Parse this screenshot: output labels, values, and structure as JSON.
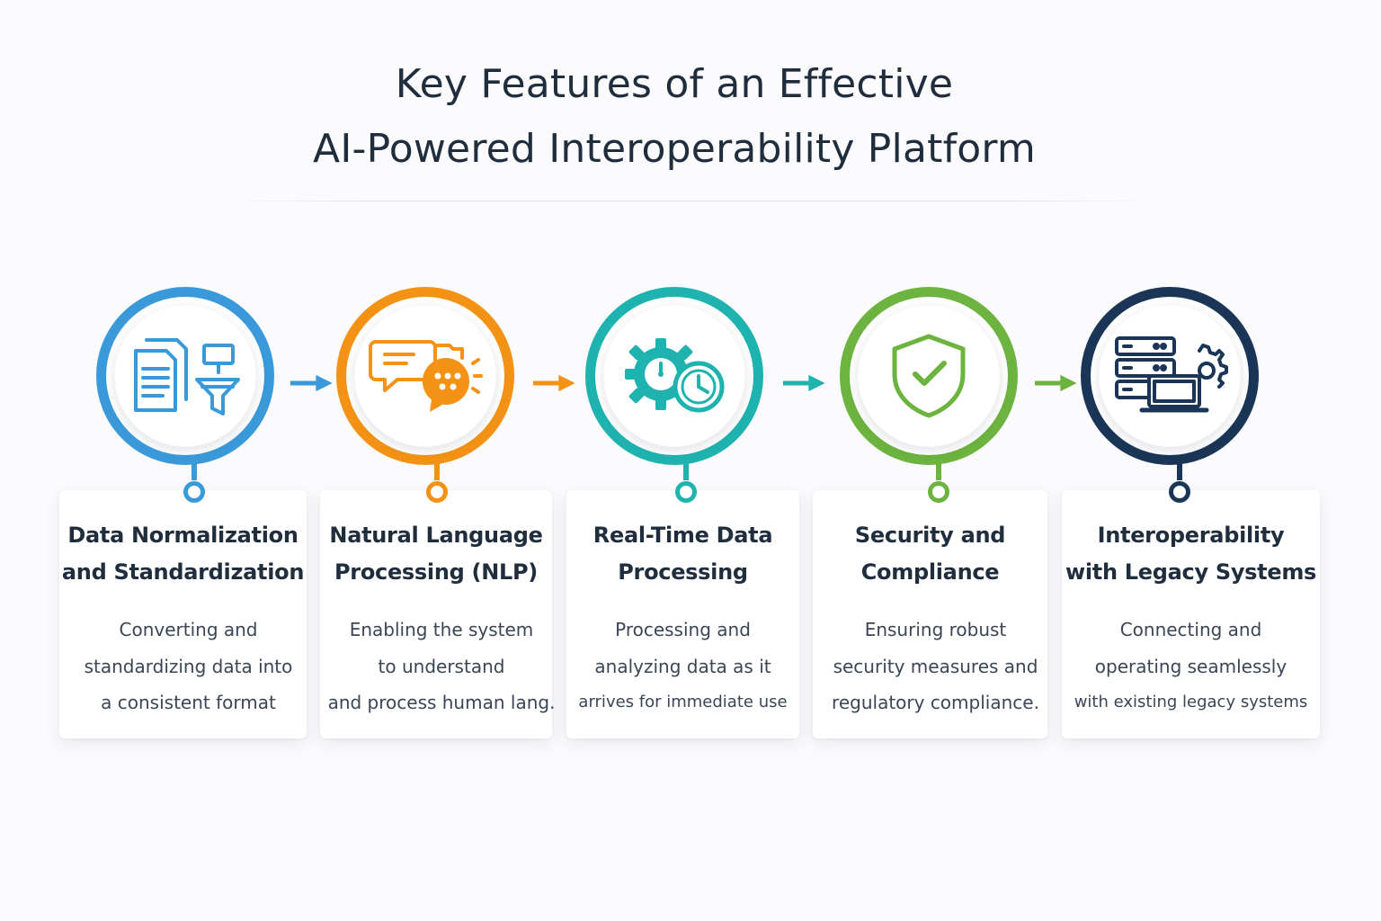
{
  "title": {
    "line1": "Key Features of an Effective",
    "line2": "AI-Powered Interoperability Platform"
  },
  "steps": [
    {
      "icon": "document-filter-icon",
      "color": "#3a9ad9",
      "title_lines": [
        "Data Normalization",
        "and Standardization"
      ],
      "desc_lines": [
        "Converting and",
        "standardizing data into",
        "a consistent format"
      ]
    },
    {
      "icon": "chat-bubbles-icon",
      "color": "#f39214",
      "title_lines": [
        "Natural Language",
        "Processing (NLP)"
      ],
      "desc_lines": [
        "Enabling the system",
        "to understand",
        "and process human lang."
      ]
    },
    {
      "icon": "gear-clock-icon",
      "color": "#1fb3b0",
      "title_lines": [
        "Real-Time Data",
        "Processing"
      ],
      "desc_lines": [
        "Processing and",
        "analyzing data as it",
        "arrives for immediate use"
      ]
    },
    {
      "icon": "shield-check-icon",
      "color": "#6cb33f",
      "title_lines": [
        "Security and",
        "Compliance"
      ],
      "desc_lines": [
        "Ensuring robust",
        "security measures and",
        "regulatory compliance."
      ]
    },
    {
      "icon": "server-laptop-icon",
      "color": "#1b3556",
      "title_lines": [
        "Interoperability",
        "with Legacy Systems"
      ],
      "desc_lines": [
        "Connecting and",
        "operating seamlessly",
        "with existing legacy systems"
      ]
    }
  ]
}
